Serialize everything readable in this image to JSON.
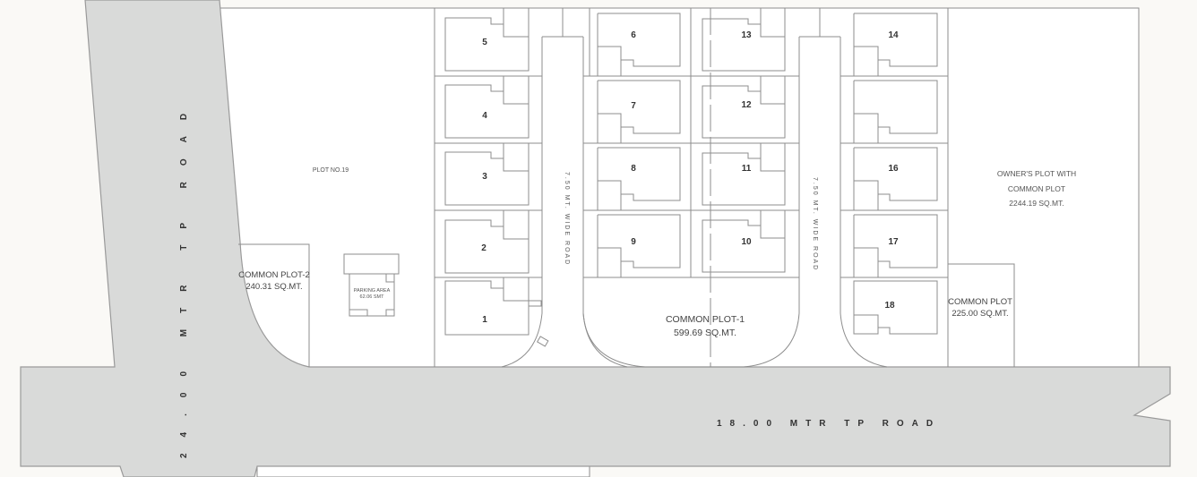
{
  "roads": {
    "main_road_label": "18.00 MTR TP ROAD",
    "side_road_label": "24.00 MTR TP ROAD",
    "internal_road_left": "7.50 MT. WIDE ROAD",
    "internal_road_right": "7.50 MT. WIDE ROAD"
  },
  "plots": {
    "p1": "1",
    "p2": "2",
    "p3": "3",
    "p4": "4",
    "p5": "5",
    "p6": "6",
    "p7": "7",
    "p8": "8",
    "p9": "9",
    "p10": "10",
    "p11": "11",
    "p12": "12",
    "p13": "13",
    "p14": "14",
    "p16": "16",
    "p17": "17",
    "p18": "18"
  },
  "areas": {
    "plot19": "PLOT NO.19",
    "parking_title": "PARKING AREA",
    "parking_area": "62.06 SMT",
    "common_plot_2_title": "COMMON PLOT-2",
    "common_plot_2_area": "240.31  SQ.MT.",
    "common_plot_1_title": "COMMON PLOT-1",
    "common_plot_1_area": "599.69  SQ.MT.",
    "common_plot_title": "COMMON PLOT",
    "common_plot_area": "225.00  SQ.MT.",
    "owners_plot_line1": "OWNER'S PLOT WITH",
    "owners_plot_line2": "COMMON PLOT",
    "owners_plot_area": "2244.19  SQ.MT."
  },
  "colors": {
    "road_fill": "#d9dad9",
    "background": "#faf9f6",
    "line": "#8d8d8d"
  }
}
